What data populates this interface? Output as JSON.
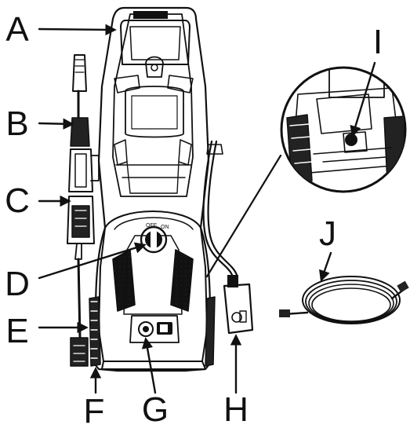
{
  "labels": {
    "A": "A",
    "B": "B",
    "C": "C",
    "D": "D",
    "E": "E",
    "F": "F",
    "G": "G",
    "H": "H",
    "I": "I",
    "J": "J"
  },
  "dial_text": {
    "off": "OFF",
    "on": "ON"
  },
  "colors": {
    "line": "#111111",
    "background": "#ffffff"
  }
}
